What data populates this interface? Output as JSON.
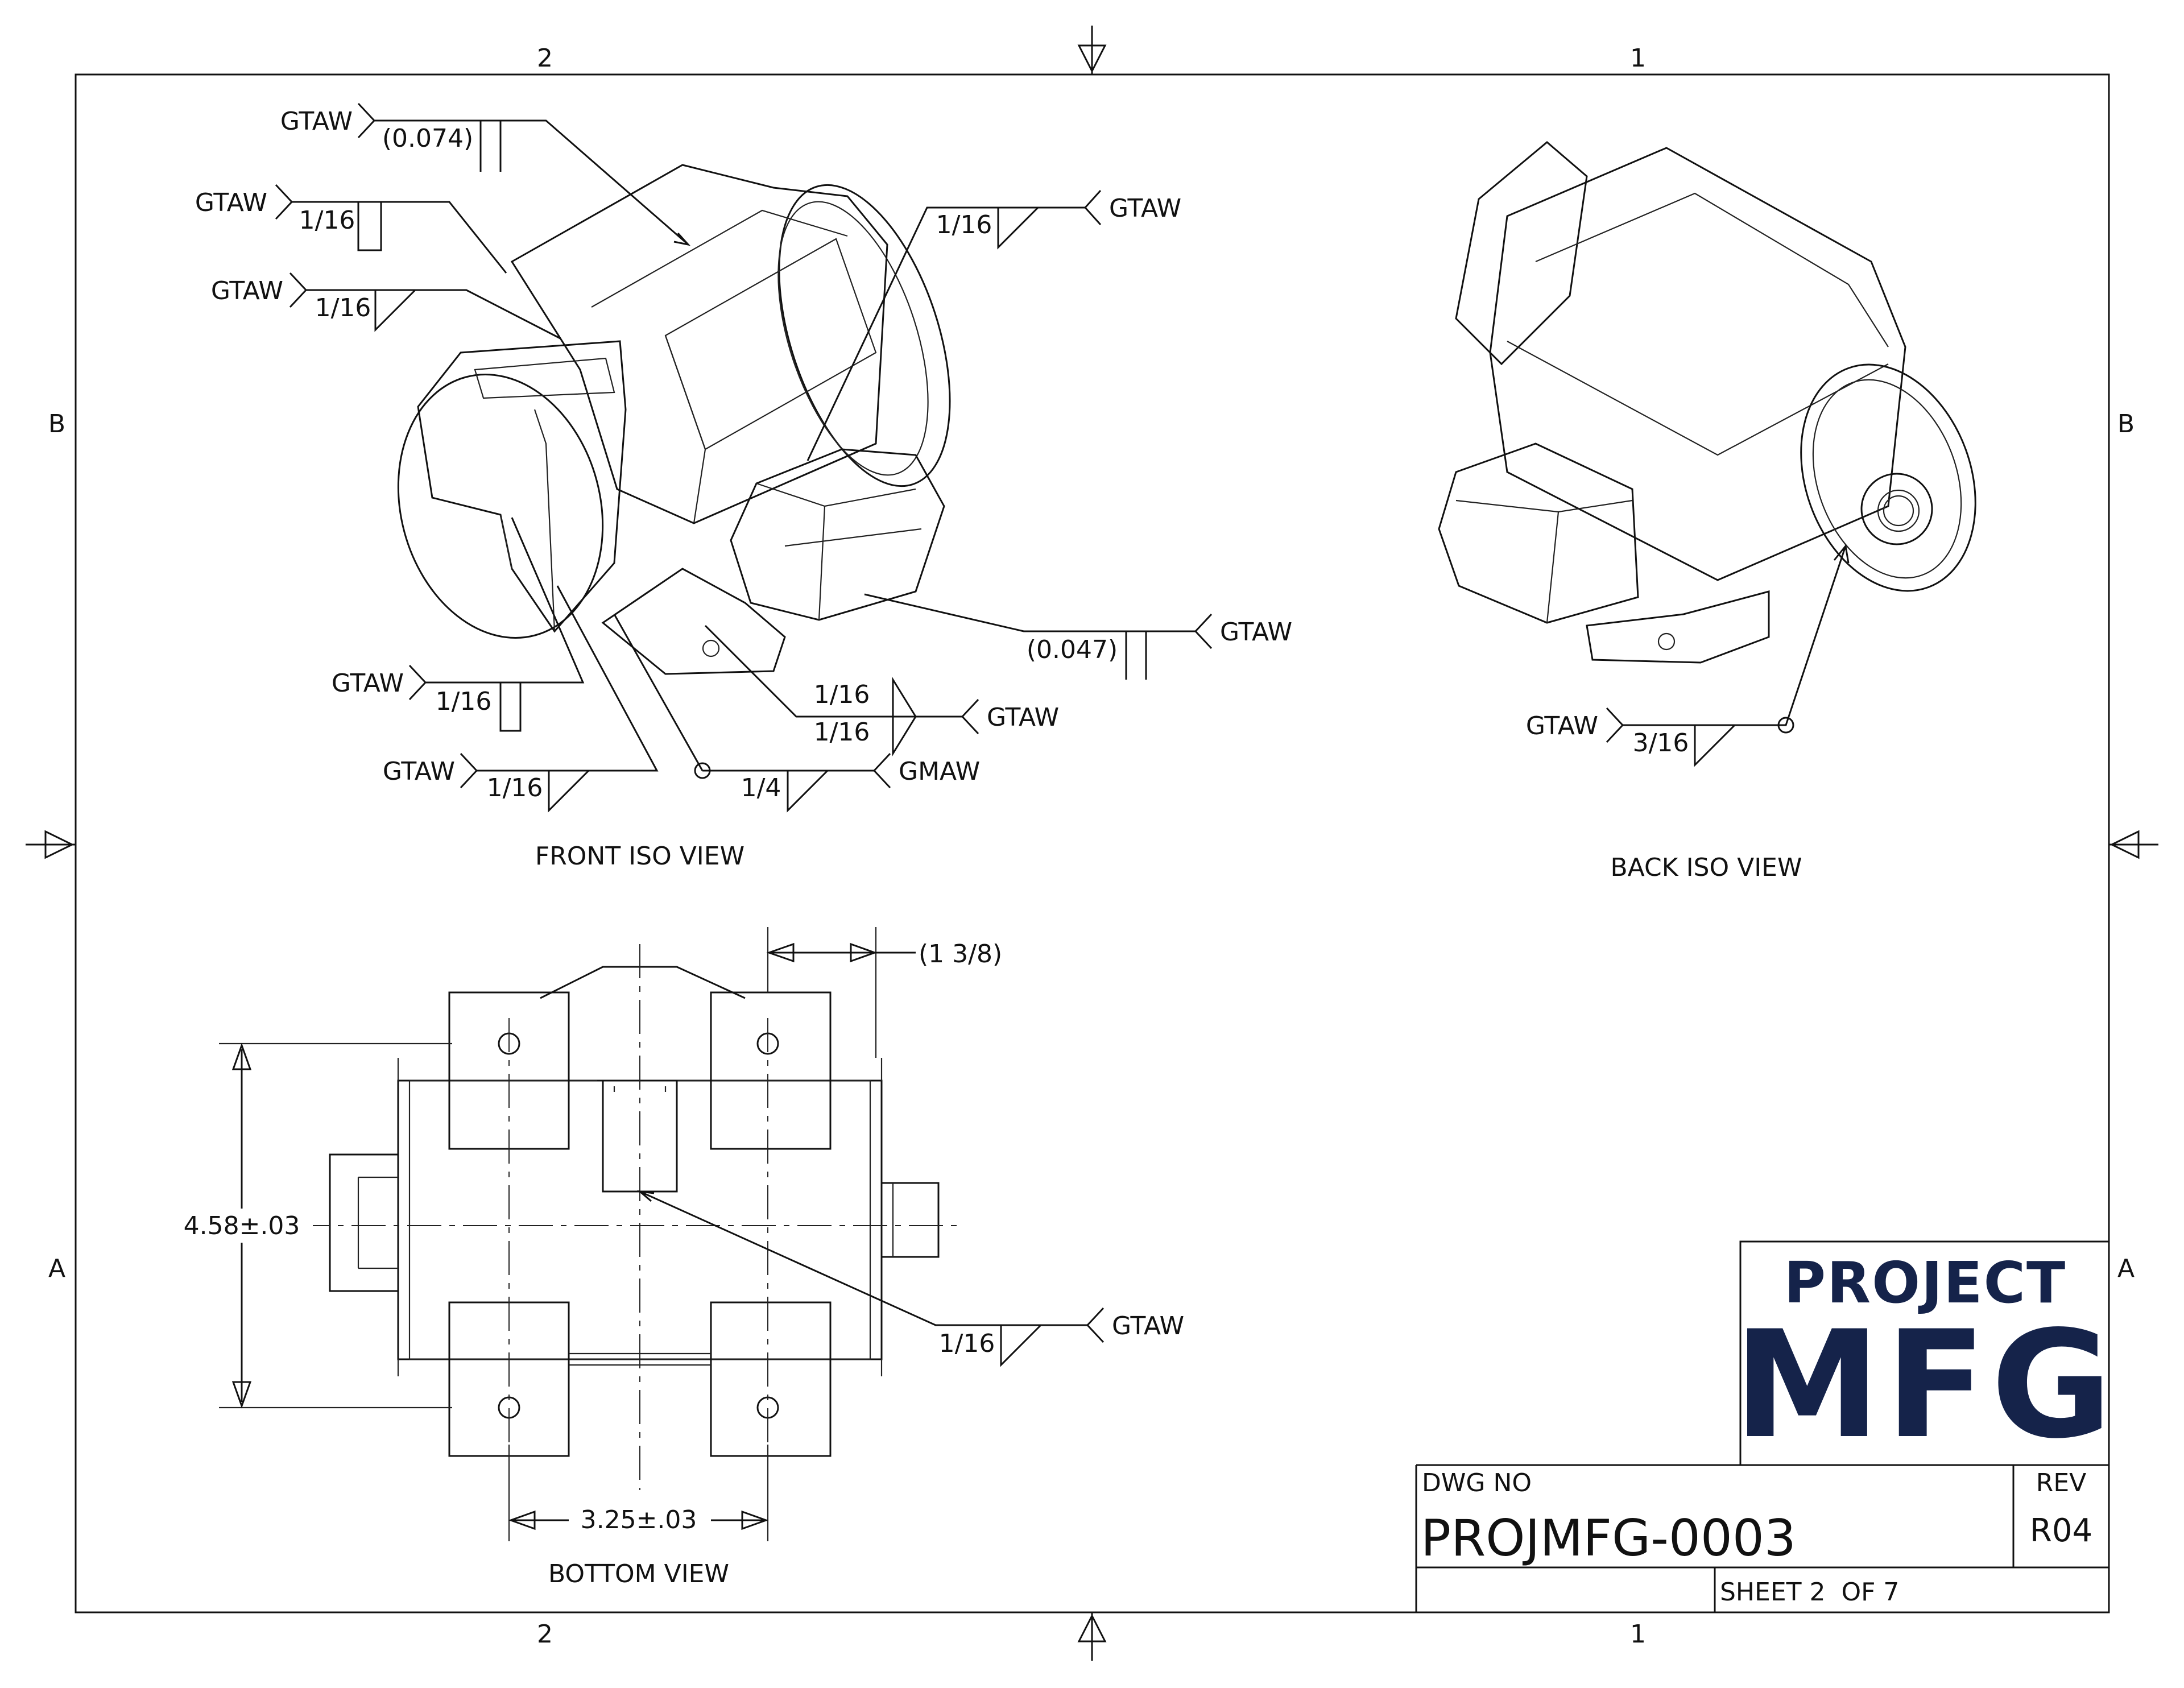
{
  "zones": {
    "top_left": "2",
    "top_right": "1",
    "bottom_left": "2",
    "bottom_right": "1",
    "left_upper": "B",
    "left_lower": "A",
    "right_upper": "B",
    "right_lower": "A"
  },
  "views": {
    "front": "FRONT ISO VIEW",
    "back": "BACK ISO VIEW",
    "bottom": "BOTTOM VIEW"
  },
  "welds": {
    "w1": {
      "process": "GTAW",
      "size": "(0.074)"
    },
    "w2": {
      "process": "GTAW",
      "size": "1/16"
    },
    "w3": {
      "process": "GTAW",
      "size": "1/16"
    },
    "w4": {
      "process": "GTAW",
      "size": "1/16"
    },
    "w5": {
      "process": "GTAW",
      "size": "(0.047)"
    },
    "w6": {
      "process": "GTAW",
      "size_top": "1/16",
      "size_bottom": "1/16"
    },
    "w7": {
      "process": "GTAW",
      "size": "1/16"
    },
    "w8": {
      "process": "GTAW",
      "size": "1/16"
    },
    "w9": {
      "process": "GMAW",
      "size": "1/4"
    },
    "w10": {
      "process": "GTAW",
      "size": "3/16"
    },
    "w11": {
      "process": "GTAW",
      "size": "1/16"
    }
  },
  "dimensions": {
    "height": "4.58±.03",
    "width": "3.25±.03",
    "offset": "(1 3/8)"
  },
  "title_block": {
    "logo_line1": "PROJECT",
    "logo_line2": "MFG",
    "dwg_label": "DWG NO",
    "dwg_no": "PROJMFG-0003",
    "rev_label": "REV",
    "rev": "R04",
    "sheet": "SHEET 2  OF 7"
  },
  "colors": {
    "ink": "#111111",
    "logo": "#15234a"
  }
}
